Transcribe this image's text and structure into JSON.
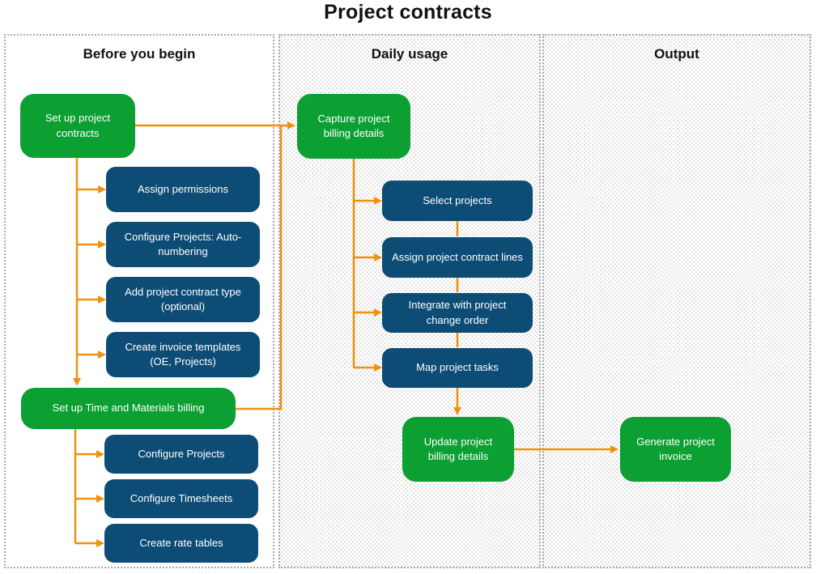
{
  "title": "Project contracts",
  "colors": {
    "green": "#0c9f32",
    "blue": "#0d4c75",
    "orange": "#ee920f"
  },
  "panels": {
    "before": {
      "header": "Before you begin"
    },
    "daily": {
      "header": "Daily usage"
    },
    "output": {
      "header": "Output"
    }
  },
  "nodes": {
    "setup_project_contracts": "Set up project contracts",
    "assign_permissions": "Assign permissions",
    "configure_projects_autonumbering": "Configure Projects: Auto-numbering",
    "add_project_contract_type": "Add project contract type (optional)",
    "create_invoice_templates": "Create invoice templates (OE, Projects)",
    "setup_time_and_materials": "Set up Time and Materials billing",
    "configure_projects": "Configure Projects",
    "configure_timesheets": "Configure Timesheets",
    "create_rate_tables": "Create rate tables",
    "capture_billing_details": "Capture project billing details",
    "select_projects": "Select projects",
    "assign_contract_lines": "Assign project contract lines",
    "integrate_change_order": "Integrate with project change order",
    "map_project_tasks": "Map project tasks",
    "update_billing_details": "Update project billing details",
    "generate_invoice": "Generate project invoice"
  }
}
